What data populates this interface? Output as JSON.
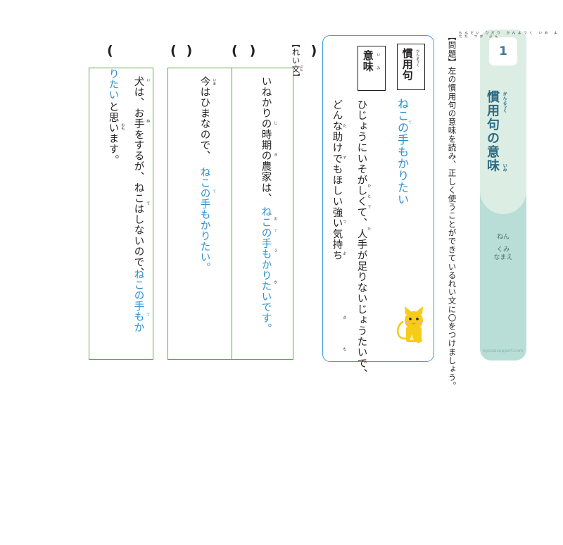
{
  "worksheet": {
    "number": "1",
    "title": "慣用句の意味",
    "title_ruby_1": "かんようく",
    "title_ruby_2": "いみ",
    "name_fields": {
      "year": "ねん",
      "class": "くみ",
      "name": "なまえ"
    },
    "watermark": "kyozaisupport.com",
    "accent_color": "#b9ded7",
    "accent_light_color": "#dceee4",
    "title_text_color": "#2d6b84"
  },
  "instruction": {
    "text": "【問題】左の慣用句の意味を読み、正しく使うことができているれい文に〇をつけましょう。",
    "rubies": "もんだい ひだり かんようく いみ よ ただ つか ぶん"
  },
  "idiom_card": {
    "border_color": "#3aa0dd",
    "label_idiom": "慣用句",
    "label_idiom_ruby": "かんようく",
    "label_meaning": "意味",
    "label_meaning_ruby": "いみ",
    "idiom": "ねこの手もかりたい",
    "idiom_ruby": "て",
    "idiom_color": "#2e8fce",
    "meaning_lines": [
      "ひじょうにいそがしくて、人手が足りないじょうたいで、",
      "どんな助けでもほしい強い気持ち"
    ],
    "meaning_ruby_1": "ひとで た",
    "meaning_ruby_2": "たす つよ きも",
    "illustration": "yellow-cat"
  },
  "examples_label": {
    "text": "【れい文】",
    "ruby": "ぶん"
  },
  "examples": [
    {
      "answer_mark": "(　　)",
      "border_color": "#57ab46",
      "columns": [
        {
          "text": "いねかりの時期の農家は、",
          "color": "black",
          "ruby": "じき のうか"
        },
        {
          "text": "ねこの手もかりたいです。",
          "color": "#2e8fce",
          "ruby": "て"
        }
      ]
    },
    {
      "answer_mark": "(　　)",
      "border_color": "#57ab46",
      "columns": [
        {
          "text": "今はひまなので、",
          "color": "black",
          "ruby": "いま"
        },
        {
          "text": "ねこの手もかりたい。",
          "color": "#2e8fce",
          "ruby": "て"
        }
      ]
    },
    {
      "answer_mark": "(　　)",
      "border_color": "#57ab46",
      "columns": [
        {
          "text": "犬は、お手をするが、ねこはしないので、",
          "color": "black",
          "ruby": "いぬ て"
        },
        {
          "text": "ねこの手もか",
          "color": "#2e8fce",
          "ruby": "て"
        },
        {
          "text": "りたい",
          "color": "#2e8fce",
          "ruby": ""
        },
        {
          "text": "と思います。",
          "color": "black",
          "ruby": "おも"
        }
      ]
    }
  ]
}
